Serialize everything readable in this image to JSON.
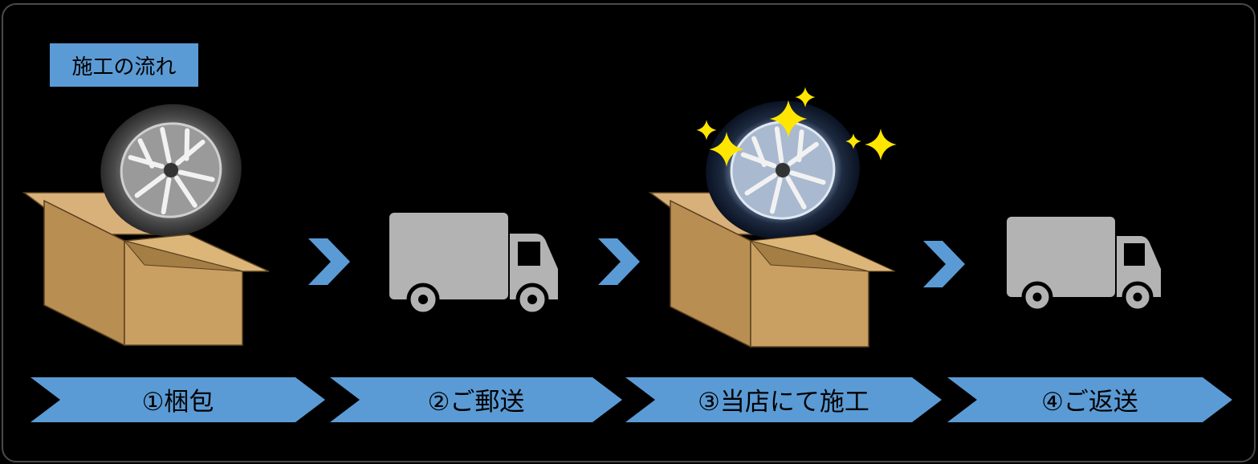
{
  "title": "施工の流れ",
  "steps": [
    {
      "label": "①梱包",
      "icon": "box-with-tire-icon"
    },
    {
      "label": "②ご郵送",
      "icon": "truck-icon"
    },
    {
      "label": "③当店にて施工",
      "icon": "box-with-clean-tire-icon"
    },
    {
      "label": "④ご返送",
      "icon": "truck-icon"
    }
  ],
  "colors": {
    "accent": "#5b9bd5",
    "background": "#000000",
    "truck": "#b3b3b3",
    "box": "#c8a060",
    "sparkle": "#ffe600"
  }
}
